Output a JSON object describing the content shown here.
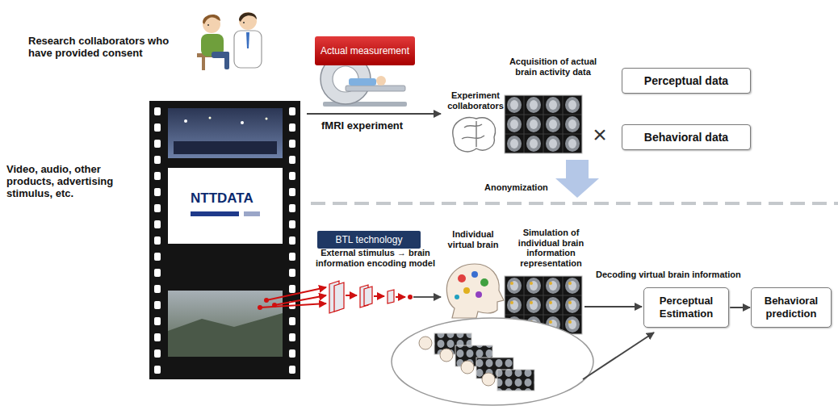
{
  "diagram": {
    "nodes": [
      {
        "text": [
          "Actual measurement"
        ]
      },
      {
        "text": [
          "Perceptual data"
        ]
      },
      {
        "text": [
          "Behavioral data"
        ]
      },
      {
        "text": [
          "BTL technology"
        ]
      },
      {
        "text": [
          "Perceptual Estimation"
        ]
      },
      {
        "text": [
          "Behavioral prediction"
        ]
      }
    ],
    "edges": [
      {
        "from": 4,
        "to": 5,
        "arrow": "to"
      }
    ],
    "labels": [
      "Research collaborators who have provided consent",
      "Video, audio, other products, advertising stimulus, etc.",
      "fMRI experiment",
      "Experiment collaborators",
      "Acquisition of actual brain activity data",
      "×",
      "Anonymization",
      "NTTDATA",
      "External stimulus → brain information encoding model",
      "Individual virtual brain",
      "Simulation of individual brain information representation",
      "Decoding virtual brain information"
    ]
  }
}
